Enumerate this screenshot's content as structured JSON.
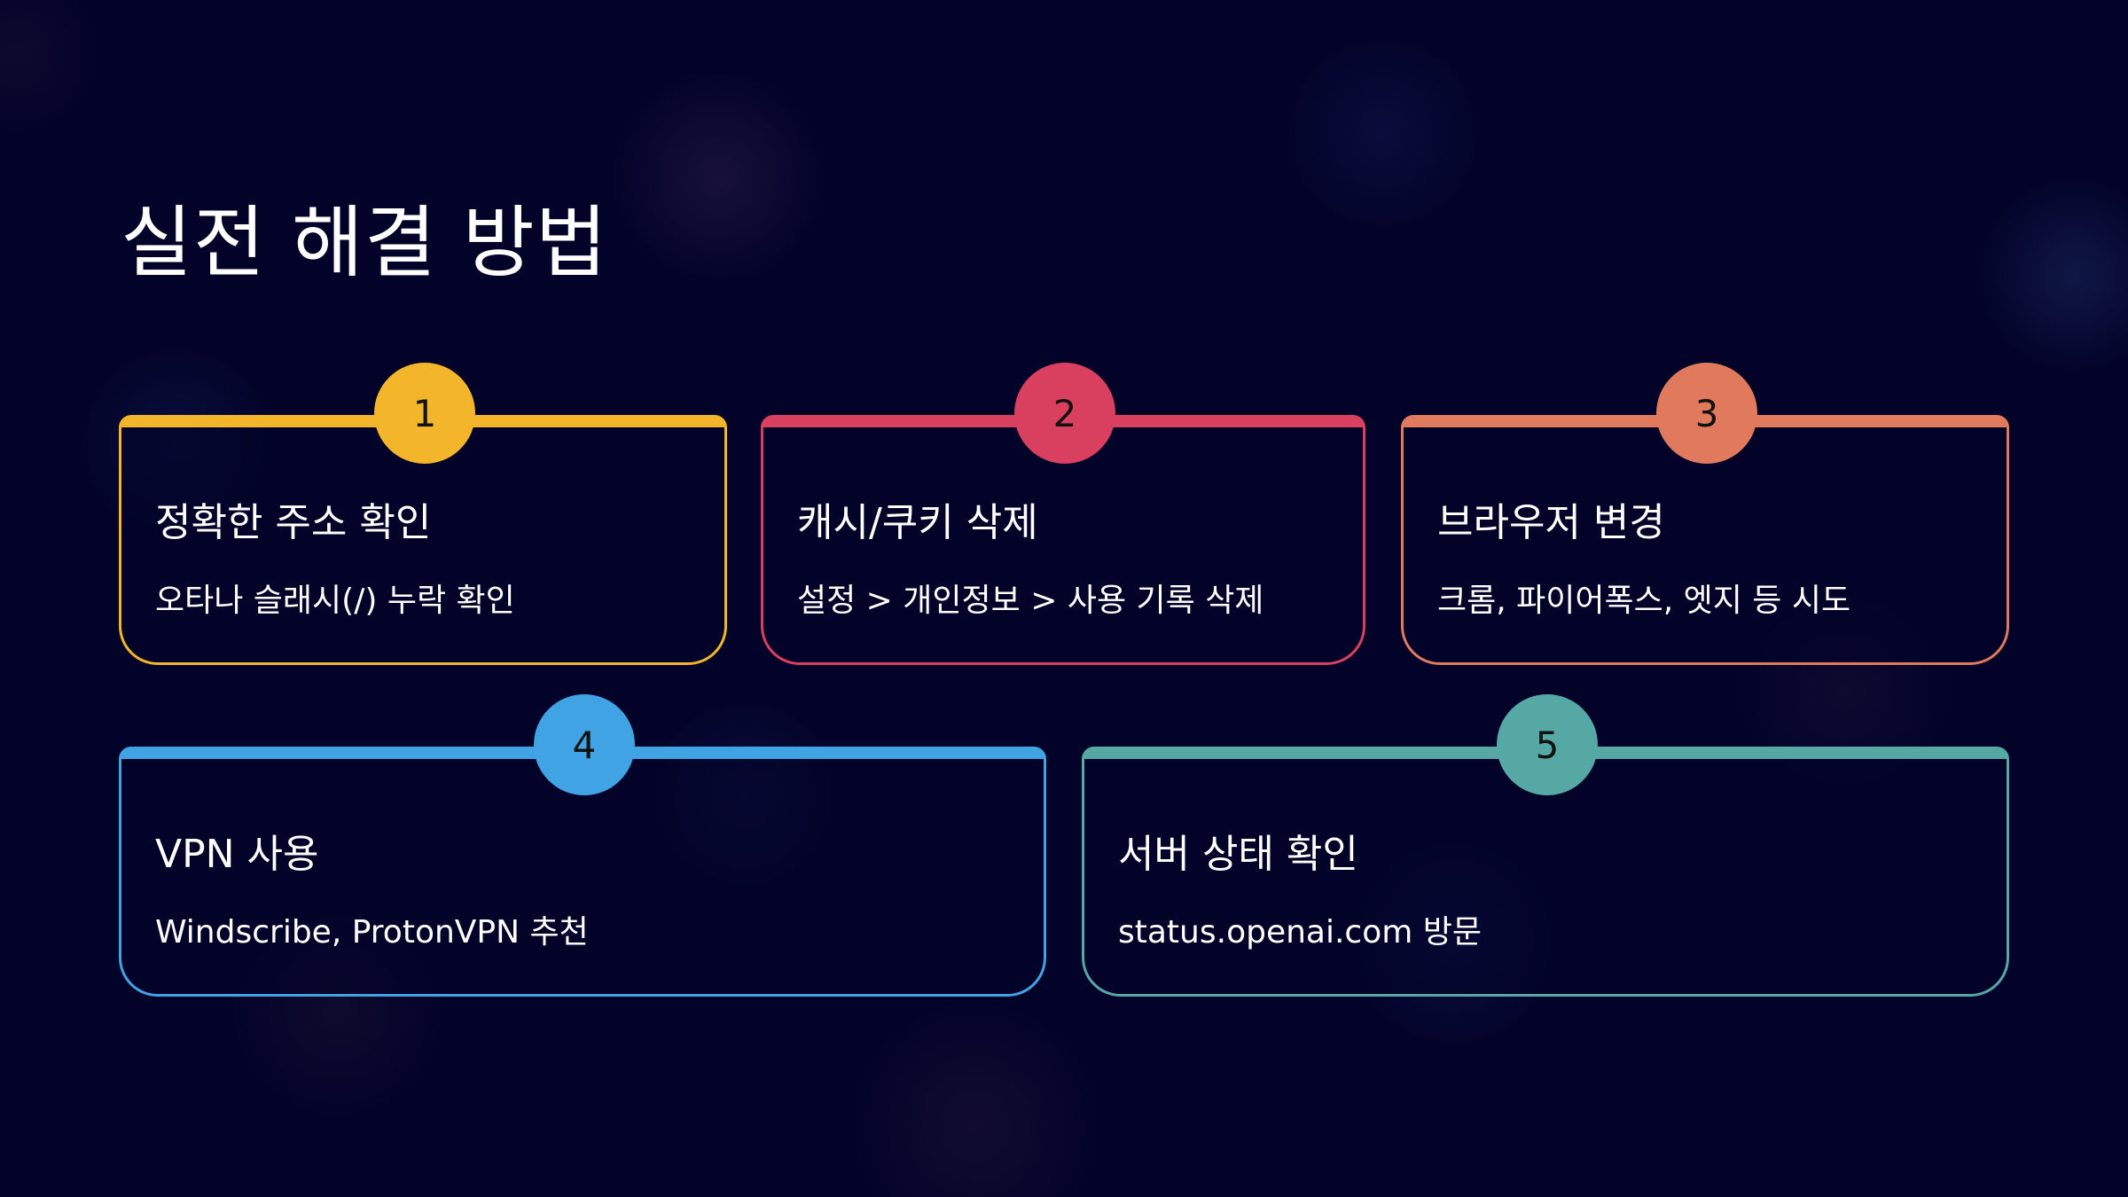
{
  "title": "실전 해결 방법",
  "colors": {
    "background": "#03032a",
    "card1": "#f3b52a",
    "card2": "#d9405f",
    "card3": "#e17a5c",
    "card4": "#40a4e4",
    "card5": "#56a8a4"
  },
  "cards": [
    {
      "number": "1",
      "title": "정확한 주소 확인",
      "description": "오타나 슬래시(/) 누락 확인"
    },
    {
      "number": "2",
      "title": "캐시/쿠키 삭제",
      "description": "설정 > 개인정보 > 사용 기록 삭제"
    },
    {
      "number": "3",
      "title": "브라우저 변경",
      "description": "크롬, 파이어폭스, 엣지 등 시도"
    },
    {
      "number": "4",
      "title": "VPN 사용",
      "description": "Windscribe, ProtonVPN 추천"
    },
    {
      "number": "5",
      "title": "서버 상태 확인",
      "description": "status.openai.com 방문"
    }
  ]
}
